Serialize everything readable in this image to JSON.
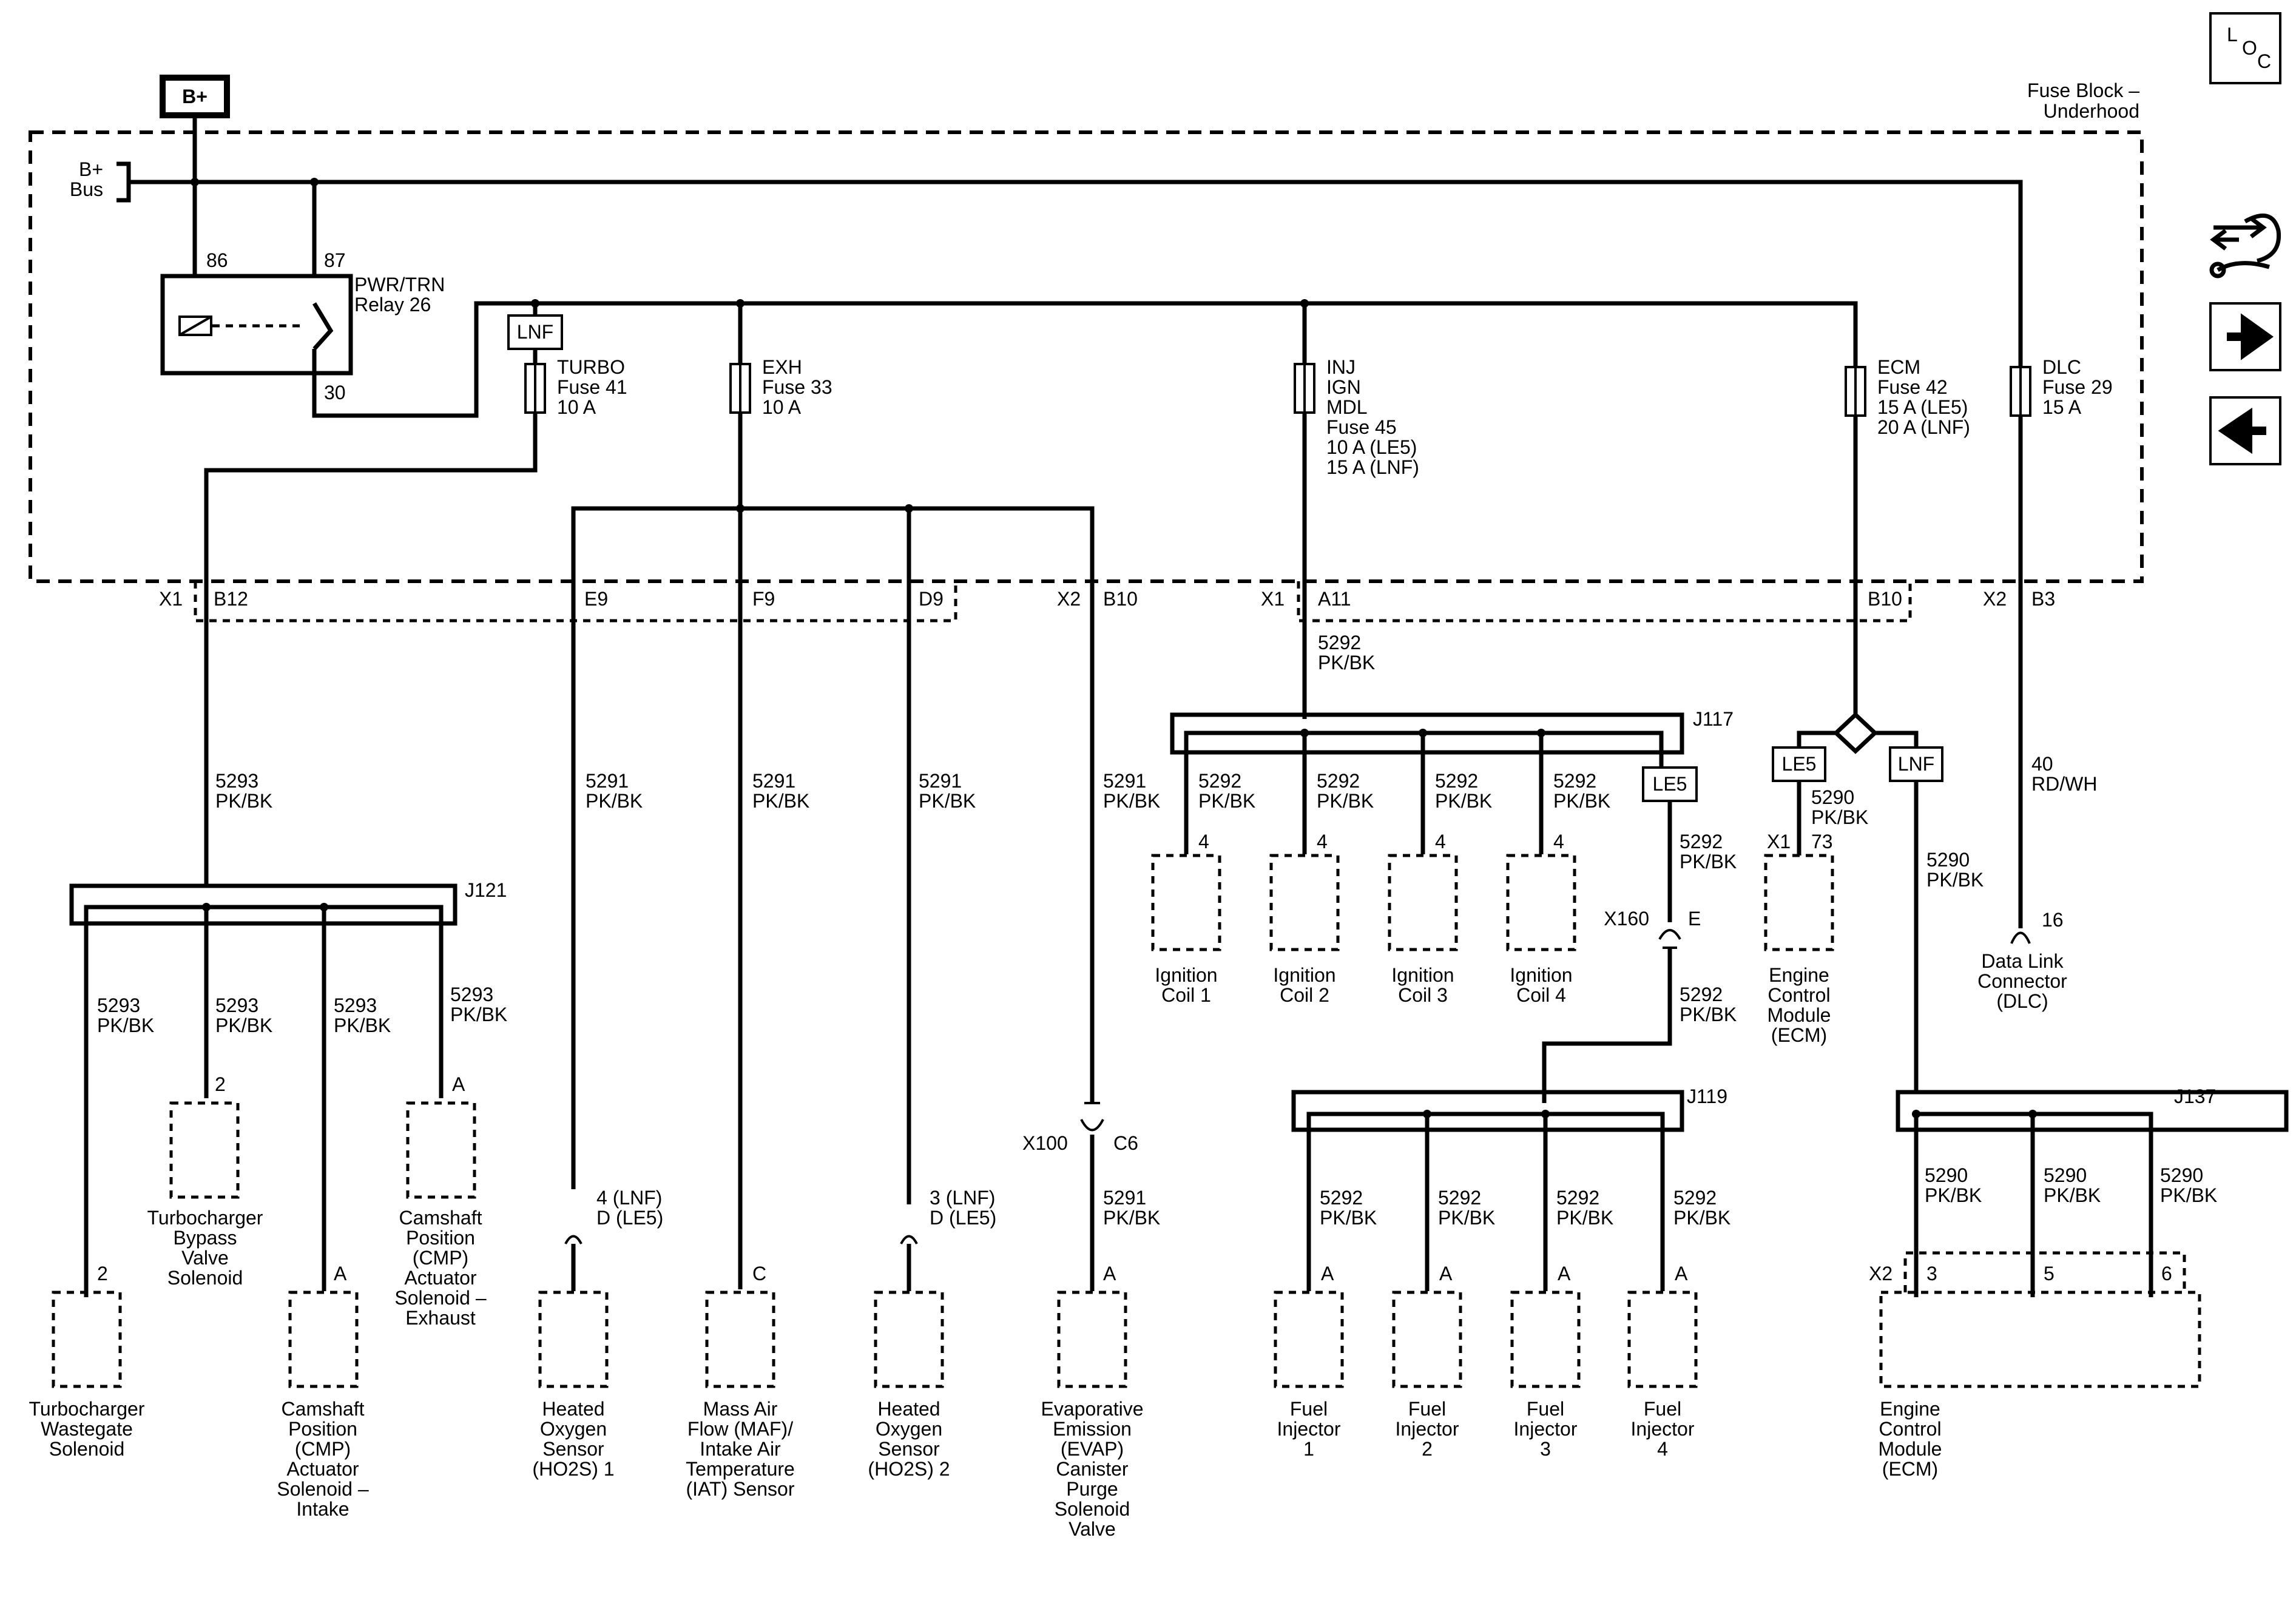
{
  "battery": "B+",
  "bus": {
    "line1": "B+",
    "line2": "Bus"
  },
  "fuse_block": {
    "line1": "Fuse Block –",
    "line2": "Underhood"
  },
  "loc": {
    "l": "L",
    "o": "O",
    "c": "C"
  },
  "nav_icons": [
    "schematic-icon",
    "next-arrow-icon",
    "previous-arrow-icon"
  ],
  "relay": {
    "pin86": "86",
    "pin87": "87",
    "pin30": "30",
    "name1": "PWR/TRN",
    "name2": "Relay 26"
  },
  "option_lnf_turbo": "LNF",
  "fuses": {
    "turbo": [
      "TURBO",
      "Fuse 41",
      "10 A"
    ],
    "exh": [
      "EXH",
      "Fuse 33",
      "10 A"
    ],
    "inj": [
      "INJ",
      "IGN",
      "MDL",
      "Fuse 45",
      "10 A (LE5)",
      "15 A (LNF)"
    ],
    "ecm": [
      "ECM",
      "Fuse 42",
      "15 A (LE5)",
      "20 A (LNF)"
    ],
    "dlc": [
      "DLC",
      "Fuse 29",
      "15 A"
    ]
  },
  "connectors": {
    "x1_left": "X1",
    "b12": "B12",
    "e9": "E9",
    "f9": "F9",
    "d9": "D9",
    "x2_left": "X2",
    "b10_left": "B10",
    "x1_right": "X1",
    "a11": "A11",
    "b10_right": "B10",
    "x2_right": "X2",
    "b3": "B3"
  },
  "wires": {
    "w5293": [
      "5293",
      "PK/BK"
    ],
    "w5291": [
      "5291",
      "PK/BK"
    ],
    "w5292": [
      "5292",
      "PK/BK"
    ],
    "w5290": [
      "5290",
      "PK/BK"
    ],
    "w40": [
      "40",
      "RD/WH"
    ]
  },
  "splices": {
    "j121": "J121",
    "j117": "J117",
    "j119": "J119",
    "j137": "J137"
  },
  "options": {
    "le5_j117": "LE5",
    "le5_ecm": "LE5",
    "lnf_ecm": "LNF"
  },
  "inline": {
    "x160": "X160",
    "x160_pin": "E",
    "x100": "X100",
    "x100_pin": "C6"
  },
  "ecm_x1": {
    "conn": "X1",
    "pin": "73"
  },
  "ecm_x2": {
    "conn": "X2",
    "pins": [
      "3",
      "5",
      "6"
    ]
  },
  "dlc_pin": "16",
  "pins": {
    "wastegate": "2",
    "bypass": "2",
    "cmp_intake": "A",
    "cmp_exhaust": "A",
    "ho2s1": [
      "4 (LNF)",
      "D (LE5)"
    ],
    "maf": "C",
    "ho2s2": [
      "3 (LNF)",
      "D (LE5)"
    ],
    "evap": "A",
    "coil": "4",
    "injector": "A"
  },
  "components": {
    "wastegate": [
      "Turbocharger",
      "Wastegate",
      "Solenoid"
    ],
    "bypass": [
      "Turbocharger",
      "Bypass",
      "Valve",
      "Solenoid"
    ],
    "cmp_intake": [
      "Camshaft",
      "Position",
      "(CMP)",
      "Actuator",
      "Solenoid –",
      "Intake"
    ],
    "cmp_exhaust": [
      "Camshaft",
      "Position",
      "(CMP)",
      "Actuator",
      "Solenoid –",
      "Exhaust"
    ],
    "ho2s1": [
      "Heated",
      "Oxygen",
      "Sensor",
      "(HO2S) 1"
    ],
    "maf": [
      "Mass Air",
      "Flow (MAF)/",
      "Intake Air",
      "Temperature",
      "(IAT) Sensor"
    ],
    "ho2s2": [
      "Heated",
      "Oxygen",
      "Sensor",
      "(HO2S) 2"
    ],
    "evap": [
      "Evaporative",
      "Emission",
      "(EVAP)",
      "Canister",
      "Purge",
      "Solenoid",
      "Valve"
    ],
    "coil1": [
      "Ignition",
      "Coil 1"
    ],
    "coil2": [
      "Ignition",
      "Coil 2"
    ],
    "coil3": [
      "Ignition",
      "Coil 3"
    ],
    "coil4": [
      "Ignition",
      "Coil 4"
    ],
    "ecm_top": [
      "Engine",
      "Control",
      "Module",
      "(ECM)"
    ],
    "dlc": [
      "Data Link",
      "Connector",
      "(DLC)"
    ],
    "inj1": [
      "Fuel",
      "Injector",
      "1"
    ],
    "inj2": [
      "Fuel",
      "Injector",
      "2"
    ],
    "inj3": [
      "Fuel",
      "Injector",
      "3"
    ],
    "inj4": [
      "Fuel",
      "Injector",
      "4"
    ],
    "ecm_bottom": [
      "Engine",
      "Control",
      "Module",
      "(ECM)"
    ]
  }
}
